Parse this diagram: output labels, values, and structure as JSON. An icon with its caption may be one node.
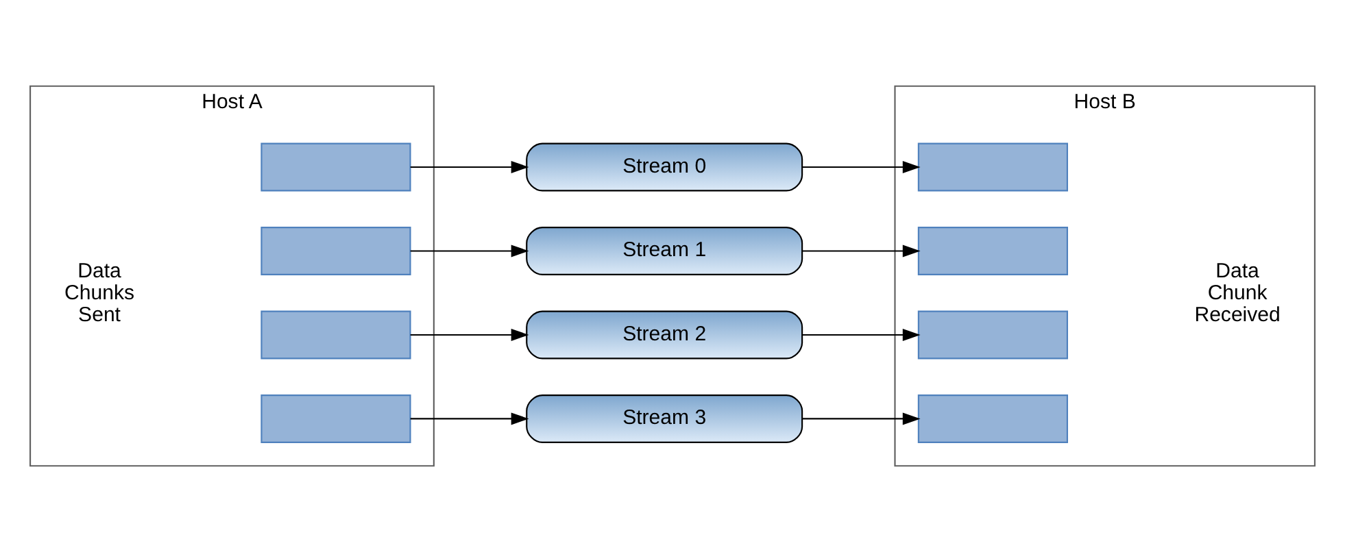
{
  "diagram": {
    "nodes": [
      {
        "text": [
          "Host A"
        ]
      },
      {
        "text": [],
        "shape": "box",
        "in": 0
      },
      {
        "text": [],
        "shape": "box",
        "in": 0
      },
      {
        "text": [],
        "shape": "box",
        "in": 0
      },
      {
        "text": [],
        "shape": "box",
        "in": 0
      },
      {
        "text": [
          "Stream 0"
        ]
      },
      {
        "text": [
          "Stream 1"
        ]
      },
      {
        "text": [
          "Stream 2"
        ]
      },
      {
        "text": [
          "Stream 3"
        ]
      },
      {
        "text": [
          "Host B"
        ]
      },
      {
        "text": [],
        "shape": "box",
        "in": 9
      },
      {
        "text": [],
        "shape": "box",
        "in": 9
      },
      {
        "text": [],
        "shape": "box",
        "in": 9
      },
      {
        "text": [],
        "shape": "box",
        "in": 9
      }
    ],
    "edges": [
      {
        "from": 1,
        "to": 5,
        "arrow": "to"
      },
      {
        "from": 5,
        "to": 10,
        "arrow": "to"
      },
      {
        "from": 2,
        "to": 6,
        "arrow": "to"
      },
      {
        "from": 6,
        "to": 11,
        "arrow": "to"
      },
      {
        "from": 3,
        "to": 7,
        "arrow": "to"
      },
      {
        "from": 7,
        "to": 12,
        "arrow": "to"
      },
      {
        "from": 4,
        "to": 8,
        "arrow": "to"
      },
      {
        "from": 8,
        "to": 13,
        "arrow": "to"
      }
    ],
    "labels": [
      "Data Chunks Sent",
      "Data Chunk Received"
    ]
  }
}
